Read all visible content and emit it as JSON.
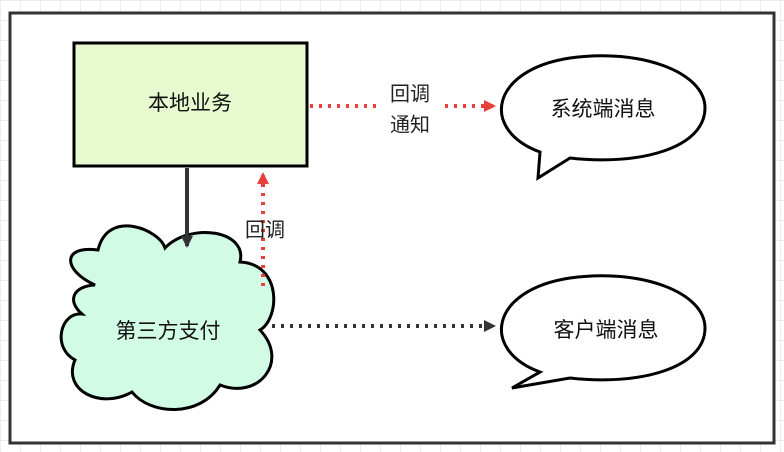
{
  "diagram": {
    "nodes": {
      "local_business": {
        "label": "本地业务",
        "fill": "#e8fbd0"
      },
      "third_party_payment": {
        "label": "第三方支付",
        "fill": "#d2fbe6"
      },
      "system_message": {
        "label": "系统端消息"
      },
      "client_message": {
        "label": "客户端消息"
      }
    },
    "edges": {
      "callback_notify": {
        "label_line1": "回调",
        "label_line2": "通知",
        "color": "#e8403a"
      },
      "callback": {
        "label": "回调",
        "color": "#e8403a"
      },
      "to_payment": {
        "color": "#333333"
      },
      "to_client": {
        "color": "#333333"
      }
    }
  }
}
